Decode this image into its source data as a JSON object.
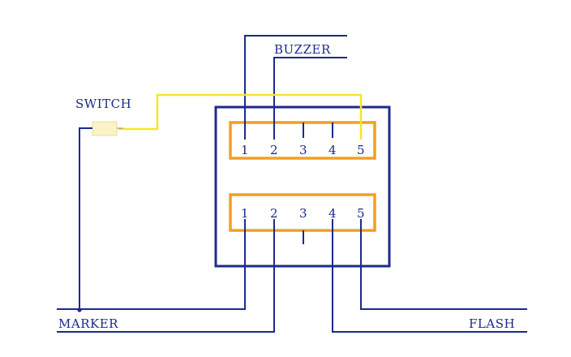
{
  "labels": {
    "buzzer": "BUZZER",
    "switch": "SWITCH",
    "marker": "MARKER",
    "flash": "FLASH"
  },
  "top_connector": {
    "pins": [
      "1",
      "2",
      "3",
      "4",
      "5"
    ]
  },
  "bottom_connector": {
    "pins": [
      "1",
      "2",
      "3",
      "4",
      "5"
    ]
  },
  "colors": {
    "wire": "#1c2a8a",
    "housing": "#1f2a8c",
    "connector": "#f0a020",
    "switch_wire": "#f5e629",
    "switch_body": "#fbf3c6",
    "text": "#1c2a8a"
  }
}
